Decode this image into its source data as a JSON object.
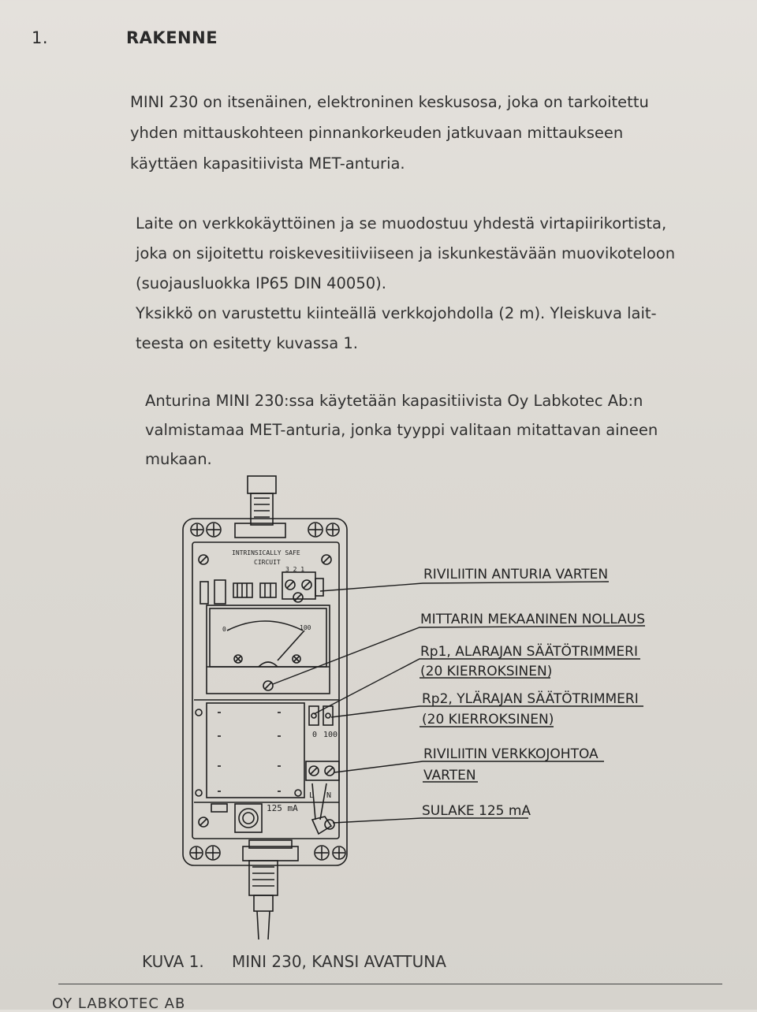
{
  "section": {
    "number": "1.",
    "title": "RAKENNE"
  },
  "paragraphs": [
    {
      "lines": [
        "MINI 230 on itsenäinen, elektroninen keskusosa, joka on tarkoitettu",
        "yhden mittauskohteen pinnankorkeuden jatkuvaan mittaukseen",
        "käyttäen kapasitiivista MET-anturia."
      ]
    },
    {
      "lines": [
        "Laite on verkkokäyttöinen ja se muodostuu yhdestä virtapiirikortista,",
        "joka on sijoitettu roiskevesitiiviiseen ja iskunkestävään muovikoteloon",
        "(suojausluokka IP65 DIN 40050).",
        "Yksikkö on varustettu kiinteällä verkkojohdolla (2 m).  Yleiskuva lait-",
        "teesta on esitetty kuvassa 1."
      ]
    },
    {
      "lines": [
        "Anturina MINI 230:ssa käytetään kapasitiivista Oy Labkotec Ab:n",
        "valmistamaa MET-anturia, jonka tyyppi valitaan mitattavan aineen",
        "mukaan."
      ]
    }
  ],
  "diagram": {
    "board_text": {
      "line1": "INTRINSICALLY SAFE",
      "line2": "CIRCUIT"
    },
    "terminal_numbers": "3  2  1",
    "meter_scale": {
      "min": "0",
      "max": "100"
    },
    "trim_scale": {
      "min": "0",
      "max": "100"
    },
    "fuse_rating": "125 mA",
    "power_terminals": {
      "l": "L",
      "n": "N"
    },
    "callouts": [
      {
        "lines": [
          "RIVILIITIN ANTURIA VARTEN"
        ]
      },
      {
        "lines": [
          "MITTARIN MEKAANINEN NOLLAUS"
        ]
      },
      {
        "lines": [
          "Rp1, ALARAJAN SÄÄTÖTRIMMERI",
          "(20 KIERROKSINEN)"
        ]
      },
      {
        "lines": [
          "Rp2, YLÄRAJAN SÄÄTÖTRIMMERI",
          "(20 KIERROKSINEN)"
        ]
      },
      {
        "lines": [
          "RIVILIITIN VERKKOJOHTOA",
          "VARTEN"
        ]
      },
      {
        "lines": [
          "SULAKE 125 mA"
        ]
      }
    ]
  },
  "caption": {
    "label": "KUVA 1.",
    "text": "MINI 230, KANSI AVATTUNA"
  },
  "footer": {
    "company": "OY LABKOTEC AB"
  }
}
